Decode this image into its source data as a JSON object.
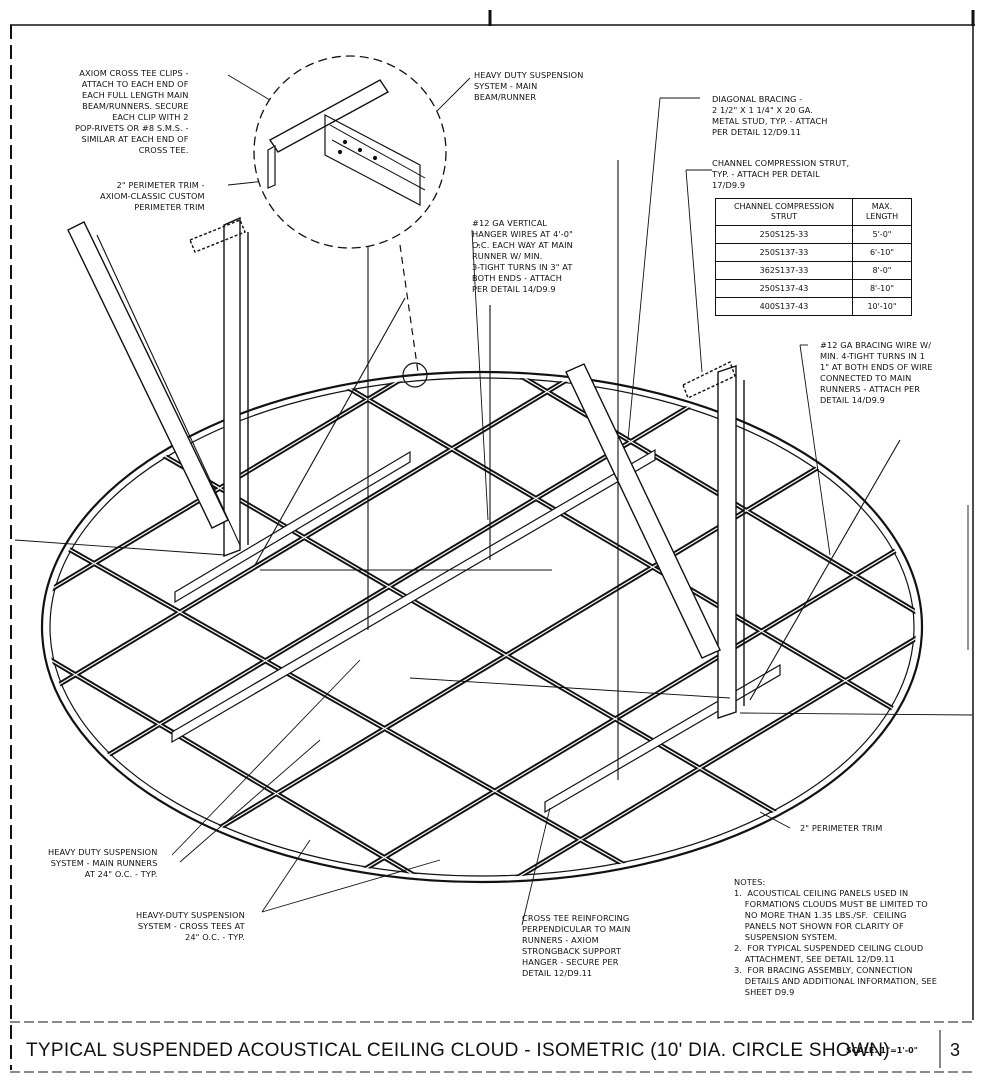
{
  "callouts": {
    "cross_tee_clips": "AXIOM CROSS TEE CLIPS -\nATTACH TO EACH END OF\nEACH FULL LENGTH MAIN\nBEAM/RUNNERS. SECURE\nEACH CLIP WITH 2\nPOP-RIVETS OR #8 S.M.S. -\nSIMILAR AT EACH END OF\nCROSS TEE.",
    "perimeter_trim_custom": "2\" PERIMETER TRIM -\nAXIOM-CLASSIC CUSTOM\nPERIMETER TRIM",
    "heavy_duty_main": "HEAVY DUTY SUSPENSION\nSYSTEM - MAIN\nBEAM/RUNNER",
    "hanger_wires": "#12 GA VERTICAL\nHANGER WIRES AT 4'-0\"\nO.C. EACH WAY AT MAIN\nRUNNER W/ MIN.\n3-TIGHT TURNS IN 3\" AT\nBOTH ENDS - ATTACH\nPER DETAIL 14/D9.9",
    "diagonal_bracing": "DIAGONAL BRACING -\n2 1/2\" X 1 1/4\" X 20 GA.\nMETAL STUD, TYP. - ATTACH\nPER DETAIL 12/D9.11",
    "channel_strut": "CHANNEL COMPRESSION STRUT,\nTYP. - ATTACH PER DETAIL\n17/D9.9",
    "bracing_wire": "#12 GA BRACING WIRE W/\nMIN. 4-TIGHT TURNS IN 1\n1\" AT BOTH ENDS OF WIRE\nCONNECTED TO MAIN\nRUNNERS - ATTACH PER\nDETAIL 14/D9.9",
    "perimeter_trim": "2\" PERIMETER TRIM",
    "main_runners": "HEAVY DUTY SUSPENSION\nSYSTEM - MAIN RUNNERS\nAT 24\" O.C. - TYP.",
    "cross_tees": "HEAVY-DUTY SUSPENSION\nSYSTEM - CROSS TEES AT\n24\" O.C. - TYP.",
    "cross_tee_reinforcing": "CROSS TEE REINFORCING\nPERPENDICULAR TO MAIN\nRUNNERS - AXIOM\nSTRONGBACK SUPPORT\nHANGER - SECURE PER\nDETAIL 12/D9.11"
  },
  "strut_table": {
    "headers": [
      "CHANNEL COMPRESSION\nSTRUT",
      "MAX.\nLENGTH"
    ],
    "rows": [
      [
        "250S125-33",
        "5'-0\""
      ],
      [
        "250S137-33",
        "6'-10\""
      ],
      [
        "362S137-33",
        "8'-0\""
      ],
      [
        "250S137-43",
        "8'-10\""
      ],
      [
        "400S137-43",
        "10'-10\""
      ]
    ]
  },
  "notes": "NOTES:\n1.  ACOUSTICAL CEILING PANELS USED IN\n    FORMATIONS CLOUDS MUST BE LIMITED TO\n    NO MORE THAN 1.35 LBS./SF.  CEILING\n    PANELS NOT SHOWN FOR CLARITY OF\n    SUSPENSION SYSTEM.\n2.  FOR TYPICAL SUSPENDED CEILING CLOUD\n    ATTACHMENT, SEE DETAIL 12/D9.11\n3.  FOR BRACING ASSEMBLY, CONNECTION\n    DETAILS AND ADDITIONAL INFORMATION, SEE\n    SHEET D9.9",
  "title": "TYPICAL SUSPENDED ACOUSTICAL CEILING CLOUD - ISOMETRIC (10' DIA. CIRCLE SHOWN)",
  "scale": "SCALE: 1\"=1'-0\"",
  "sheet_number": "3"
}
